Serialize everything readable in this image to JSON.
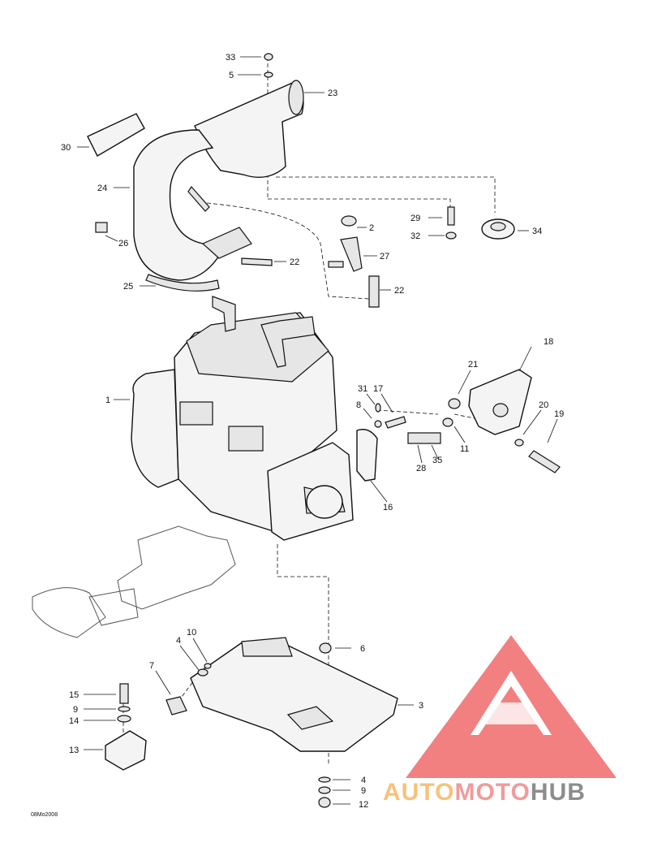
{
  "diagram": {
    "callouts": [
      "33",
      "5",
      "23",
      "30",
      "24",
      "26",
      "25",
      "22",
      "22",
      "2",
      "27",
      "29",
      "32",
      "34",
      "1",
      "18",
      "21",
      "20",
      "19",
      "31",
      "17",
      "8",
      "11",
      "28",
      "35",
      "16",
      "10",
      "4",
      "7",
      "6",
      "3",
      "15",
      "9",
      "14",
      "13",
      "4",
      "9",
      "12"
    ],
    "code": "08Mo2008"
  },
  "watermark": {
    "part1": "AUTO",
    "part2": "MOTO",
    "part3": "HUB",
    "colors": {
      "auto": "#f7c27a",
      "moto": "#f29a9a",
      "hub": "#8d8d8d",
      "triangle": "#f06b6b"
    }
  }
}
